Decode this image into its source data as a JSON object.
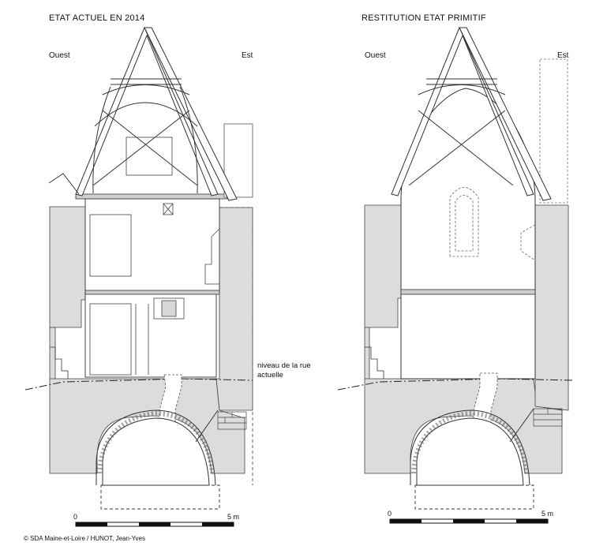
{
  "panels": [
    {
      "title": "ETAT ACTUEL EN 2014",
      "west_label": "Ouest",
      "east_label": "Est",
      "annotation": [
        "niveau de la rue",
        "actuelle"
      ]
    },
    {
      "title": "RESTITUTION  ETAT PRIMITIF",
      "west_label": "Ouest",
      "east_label": "Est"
    }
  ],
  "scale_bar": {
    "start": "0",
    "end": "5 m",
    "segments": 5
  },
  "credit": "© SDA Maine-et-Loire / HUNOT, Jean-Yves",
  "colors": {
    "wall_fill": "#dcdcdc",
    "line": "#333333",
    "timber": "#ffffff",
    "dashed": "#555555"
  }
}
